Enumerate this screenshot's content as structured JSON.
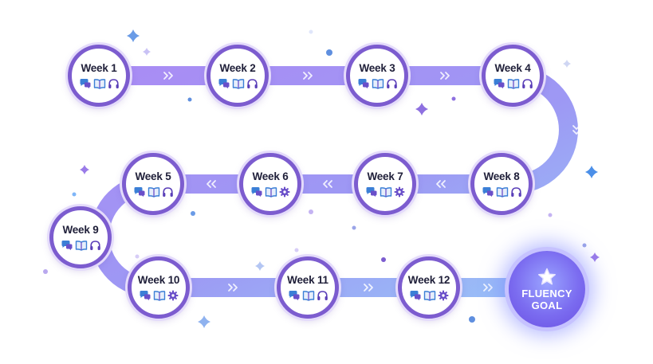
{
  "weeks": [
    {
      "label": "Week 1",
      "icons": [
        "chat-icon",
        "book-icon",
        "headphones-icon"
      ]
    },
    {
      "label": "Week 2",
      "icons": [
        "chat-icon",
        "book-icon",
        "headphones-icon"
      ]
    },
    {
      "label": "Week 3",
      "icons": [
        "chat-icon",
        "book-icon",
        "headphones-icon"
      ]
    },
    {
      "label": "Week 4",
      "icons": [
        "chat-icon",
        "book-icon",
        "headphones-icon"
      ]
    },
    {
      "label": "Week 5",
      "icons": [
        "chat-icon",
        "book-icon",
        "headphones-icon"
      ]
    },
    {
      "label": "Week 6",
      "icons": [
        "chat-icon",
        "book-icon",
        "gear-icon"
      ]
    },
    {
      "label": "Week 7",
      "icons": [
        "chat-icon",
        "book-icon",
        "gear-icon"
      ]
    },
    {
      "label": "Week 8",
      "icons": [
        "chat-icon",
        "book-icon",
        "headphones-icon"
      ]
    },
    {
      "label": "Week 9",
      "icons": [
        "chat-icon",
        "book-icon",
        "headphones-icon"
      ]
    },
    {
      "label": "Week 10",
      "icons": [
        "chat-icon",
        "book-icon",
        "gear-icon"
      ]
    },
    {
      "label": "Week 11",
      "icons": [
        "chat-icon",
        "book-icon",
        "headphones-icon"
      ]
    },
    {
      "label": "Week 12",
      "icons": [
        "chat-icon",
        "book-icon",
        "gear-icon"
      ]
    }
  ],
  "goal": {
    "line1": "FLUENCY",
    "line2": "GOAL",
    "icon": "star-icon"
  },
  "colors": {
    "accent": "#7c5ccf",
    "path_start": "#8f6cf0",
    "path_end": "#7fb6f8",
    "icon_blue": "#3b7fd6",
    "icon_purple": "#6a4fc9"
  }
}
